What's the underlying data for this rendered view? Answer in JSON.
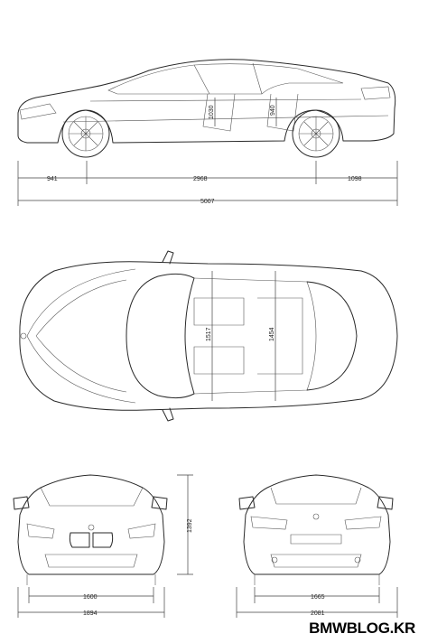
{
  "side_view": {
    "front_overhang": "941",
    "wheelbase": "2968",
    "rear_overhang": "1098",
    "overall_length": "5007",
    "front_headroom": "1030",
    "rear_headroom": "940"
  },
  "top_view": {
    "front_shoulder": "1517",
    "rear_shoulder": "1454"
  },
  "front_view": {
    "front_track": "1600",
    "overall_width": "1894",
    "height": "1392"
  },
  "rear_view": {
    "rear_track": "1665",
    "mirror_width": "2081"
  },
  "watermark": "BMWBLOG.KR"
}
